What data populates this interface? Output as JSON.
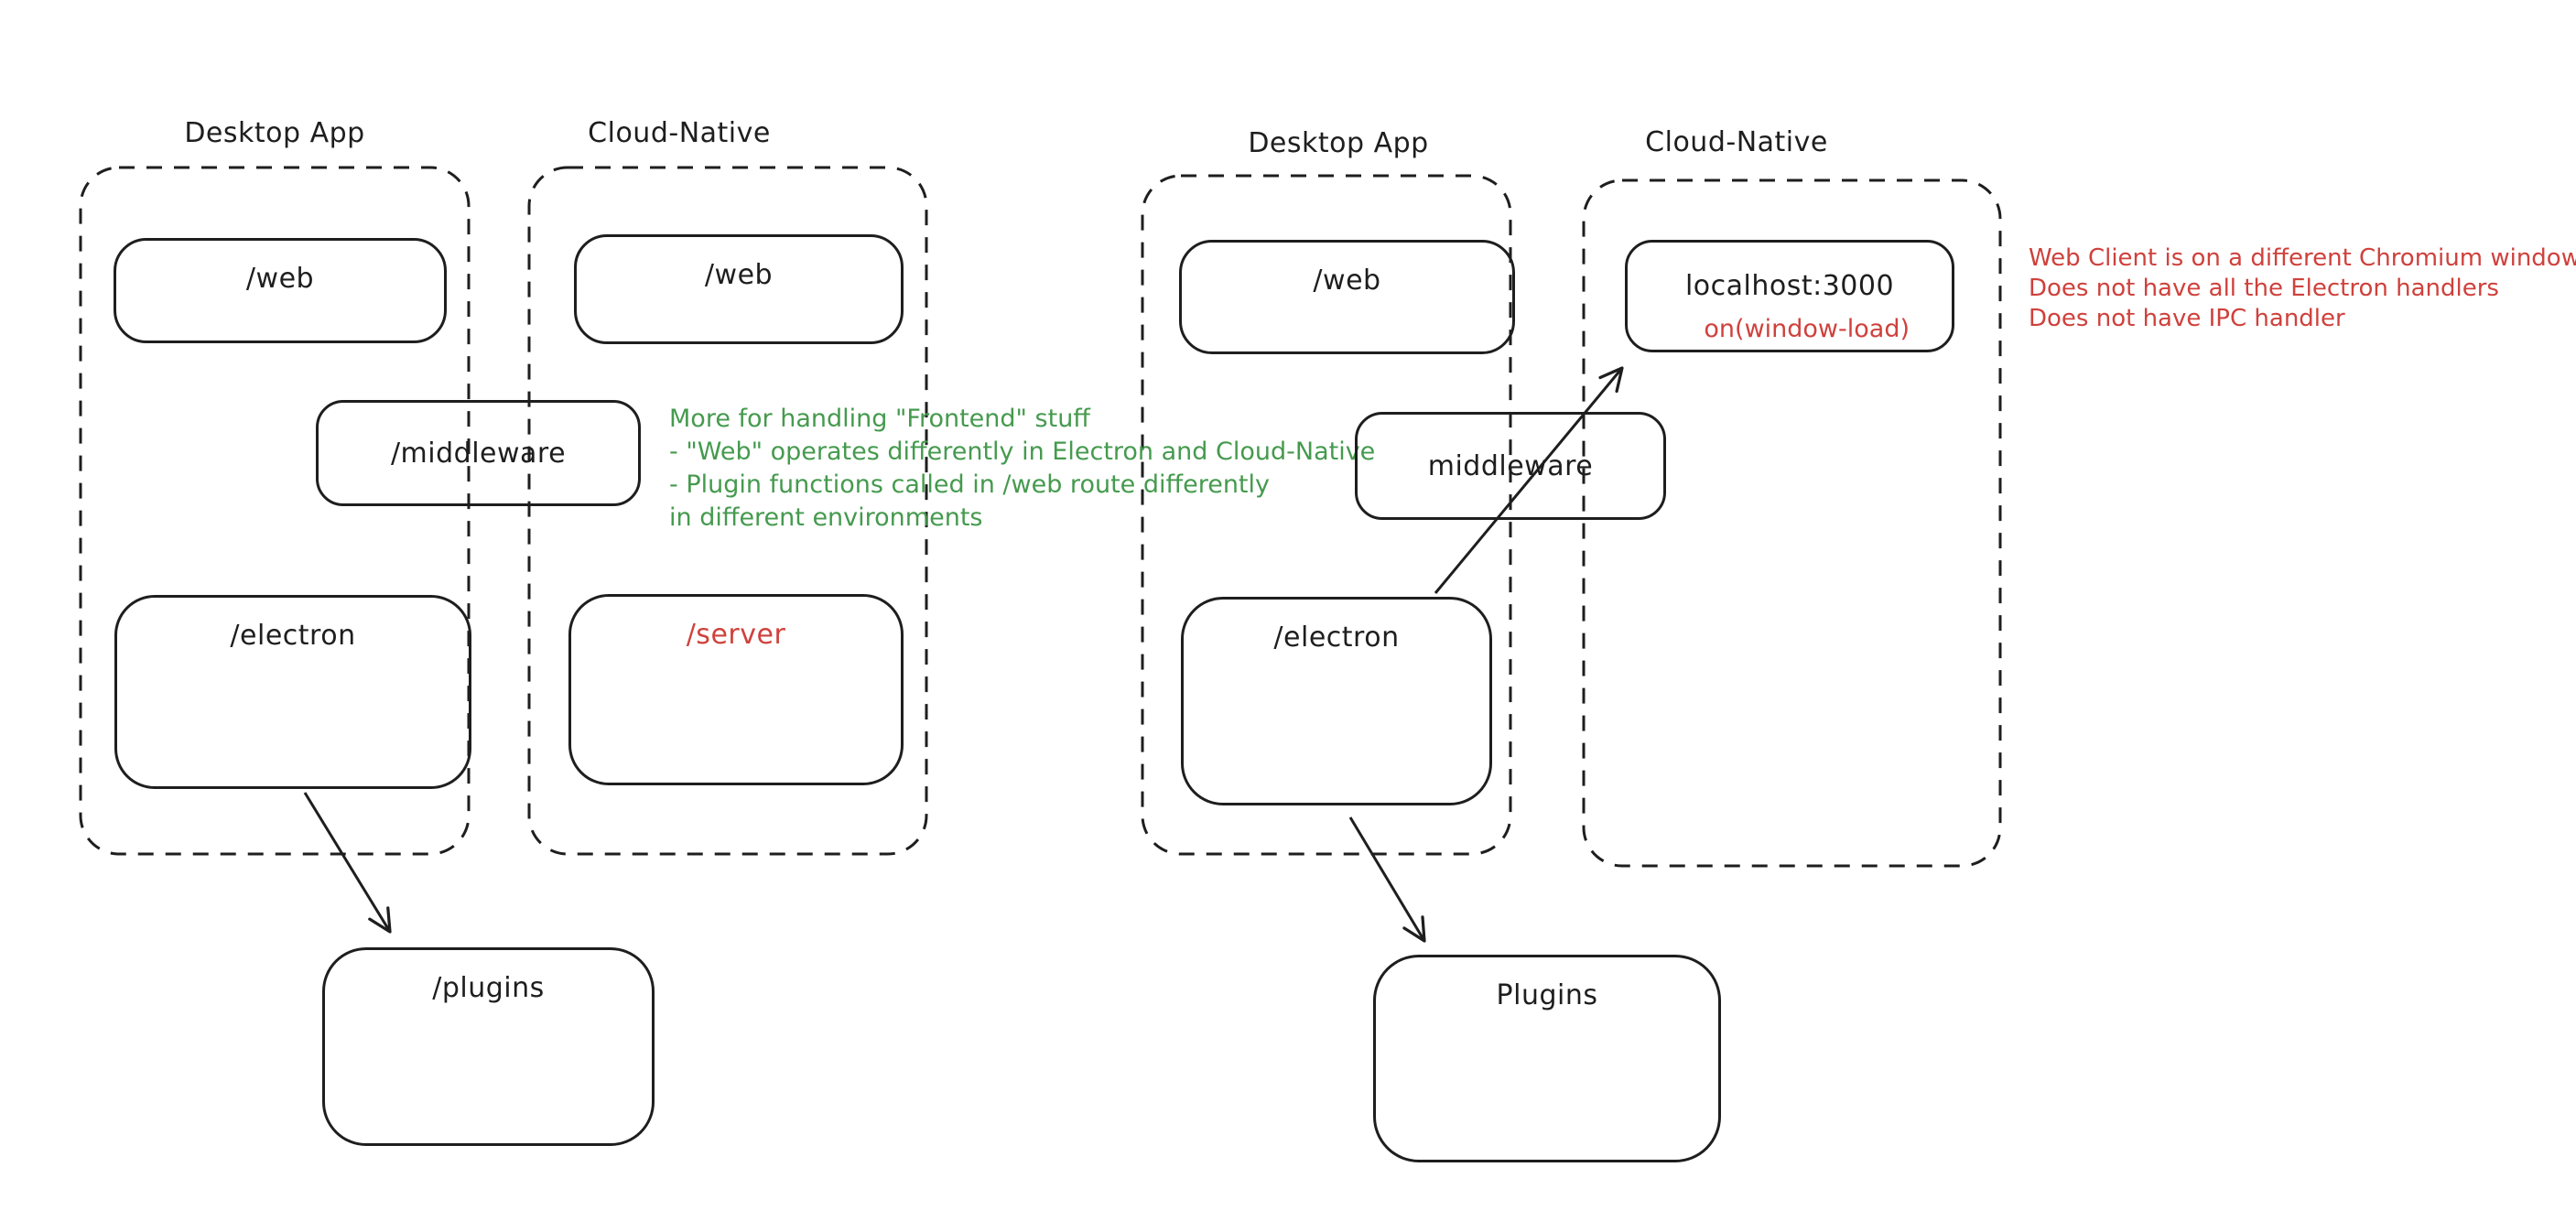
{
  "colors": {
    "stroke": "#1e1e1e",
    "red": "#cf413c",
    "green": "#459a4e",
    "background": "#ffffff"
  },
  "left": {
    "desktop_label": "Desktop App",
    "cloud_label": "Cloud-Native",
    "web_desktop": "/web",
    "web_cloud": "/web",
    "middleware": "/middleware",
    "electron": "/electron",
    "server": "/server",
    "plugins": "/plugins",
    "green_note": [
      "More for handling \"Frontend\" stuff",
      "- \"Web\" operates differently in Electron and Cloud-Native",
      "- Plugin functions called in /web route differently",
      "in different environments"
    ]
  },
  "right": {
    "desktop_label": "Desktop App",
    "cloud_label": "Cloud-Native",
    "web": "/web",
    "middleware": "middleware",
    "electron": "/electron",
    "localhost": "localhost:3000",
    "on_window_load": "on(window-load)",
    "plugins": "Plugins",
    "red_note": [
      "Web Client is on a different Chromium window",
      "Does not have all the Electron handlers",
      "Does not have IPC handler"
    ]
  }
}
